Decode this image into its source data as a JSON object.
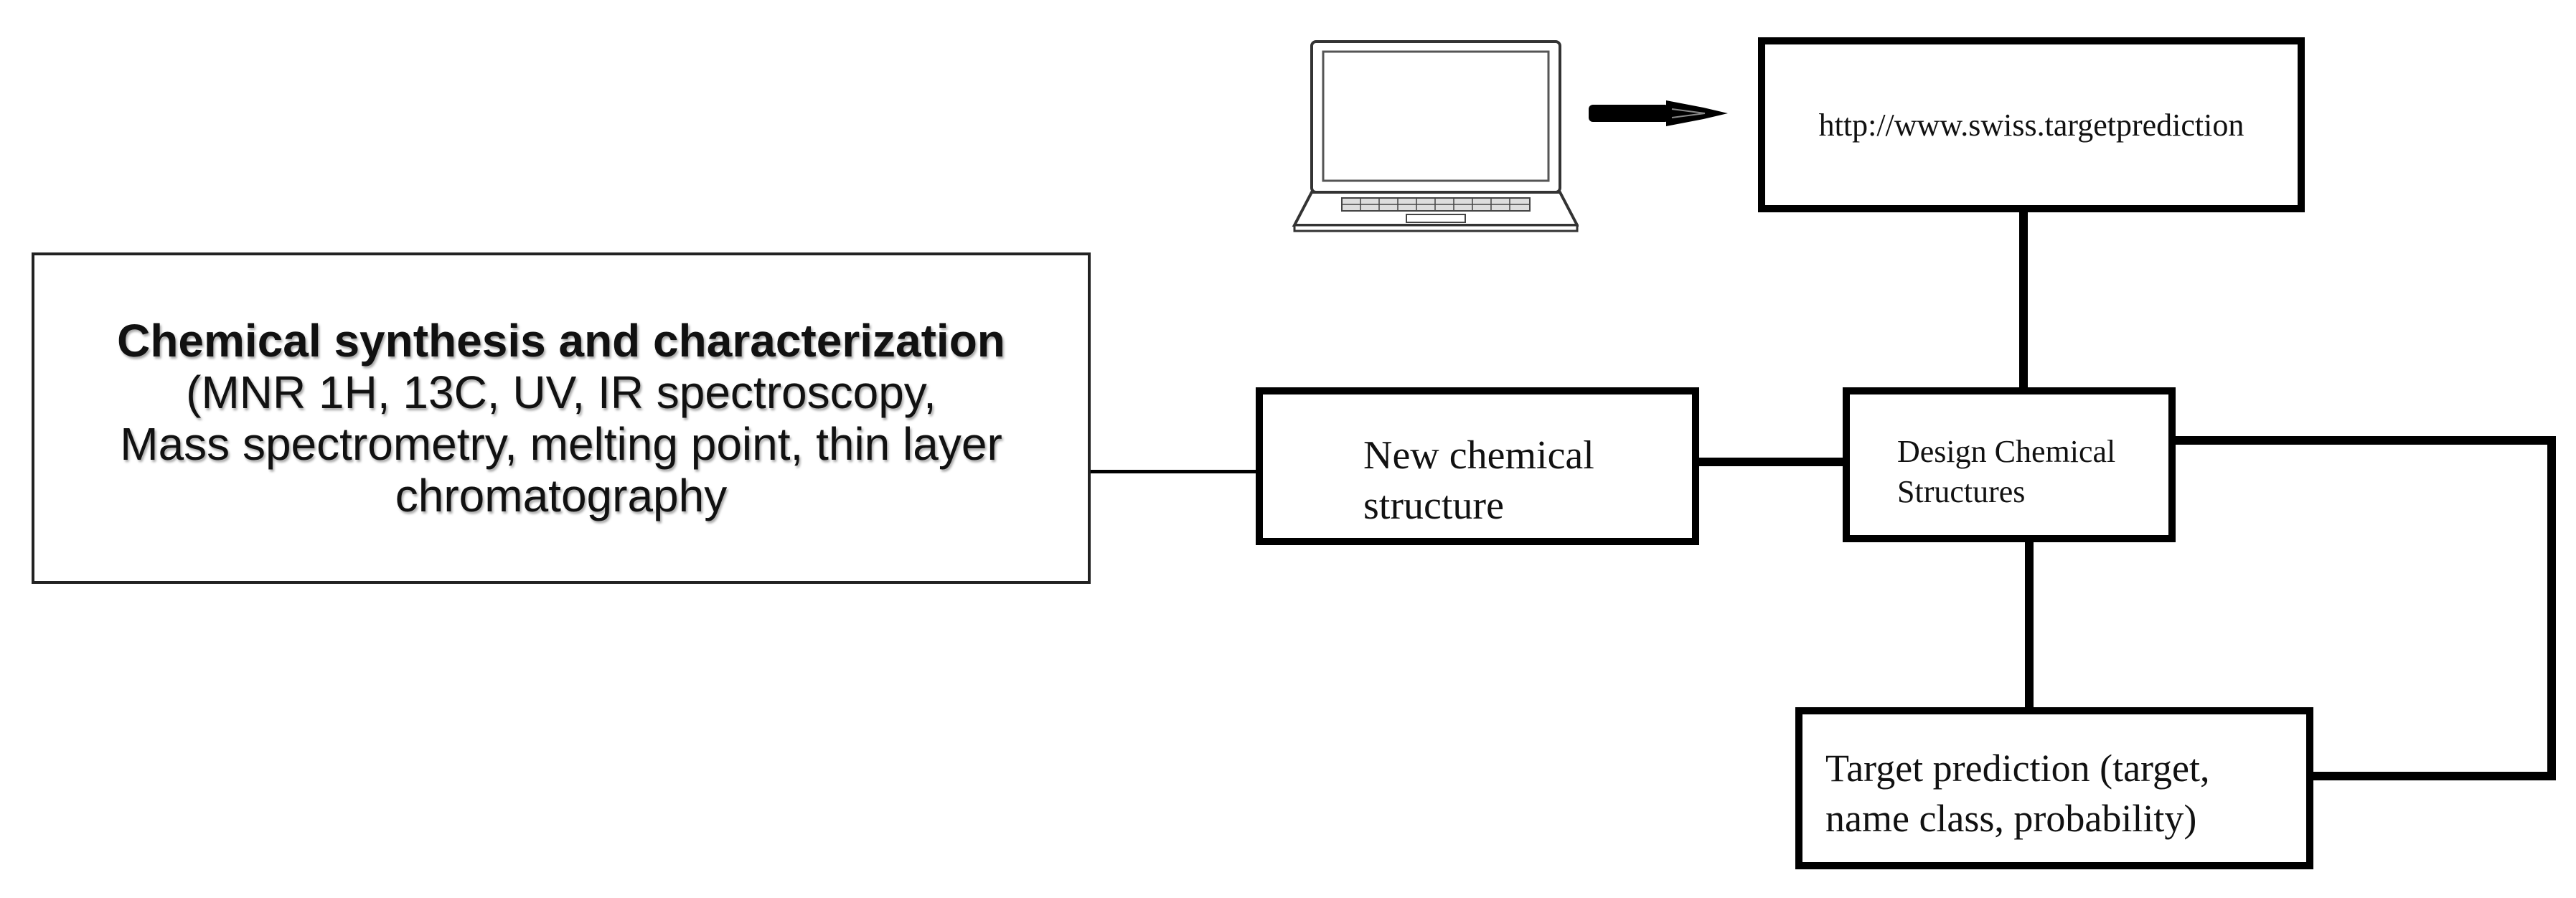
{
  "boxes": {
    "synthesis": {
      "title": "Chemical synthesis and characterization",
      "line1": "(MNR 1H, 13C, UV, IR spectroscopy,",
      "line2": "Mass spectrometry, melting point, thin layer",
      "line3": "chromatography"
    },
    "new_structure": {
      "line1": "New chemical",
      "line2": "structure"
    },
    "design": {
      "line1": "Design Chemical",
      "line2": "Structures"
    },
    "url": {
      "text": "http://www.swiss.targetprediction"
    },
    "target": {
      "line1": "Target prediction (target,",
      "line2": "name class, probability)"
    }
  },
  "icons": {
    "laptop": "laptop-icon",
    "arrow": "arrow-right-icon"
  },
  "colors": {
    "line": "#000000",
    "background": "#ffffff"
  }
}
